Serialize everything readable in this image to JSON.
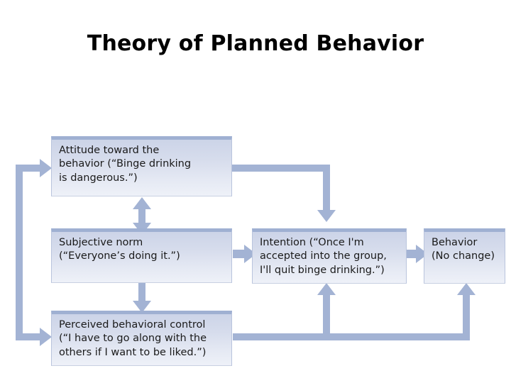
{
  "slide": {
    "title": "Theory of Planned Behavior",
    "background_color": "#ffffff",
    "title_color": "#000000"
  },
  "diagram": {
    "accent_color": "#a3b3d4",
    "node_fill_top": "#ccd4e8",
    "node_fill_bottom": "#eef1f8",
    "node_border_top": "#9fb0d2",
    "nodes": [
      {
        "id": "attitude",
        "label": "Attitude toward the\nbehavior (“Binge drinking\nis dangerous.”)"
      },
      {
        "id": "subjective-norm",
        "label": "Subjective norm\n(“Everyone’s doing it.”)"
      },
      {
        "id": "perceived-behavioral-control",
        "label": "Perceived behavioral control\n(“I have to go along with the\nothers if I want to be liked.”)"
      },
      {
        "id": "intention",
        "label": "Intention (“Once I'm\naccepted into the group,\nI'll quit binge drinking.”)"
      },
      {
        "id": "behavior",
        "label": "Behavior\n(No change)"
      }
    ],
    "connectors": [
      {
        "id": "attitude-to-intention",
        "from": "attitude",
        "to": "intention",
        "style": "elbow-right-down"
      },
      {
        "id": "attitude-subjective-norm",
        "from": "attitude",
        "to": "subjective-norm",
        "style": "double-vertical"
      },
      {
        "id": "subjective-norm-to-pbc",
        "from": "subjective-norm",
        "to": "perceived-behavioral-control",
        "style": "vertical-down"
      },
      {
        "id": "subjective-norm-to-intention",
        "from": "subjective-norm",
        "to": "intention",
        "style": "horizontal-right"
      },
      {
        "id": "intention-to-behavior",
        "from": "intention",
        "to": "behavior",
        "style": "horizontal-right"
      },
      {
        "id": "behavior-feedback-to-intention",
        "from": "perceived-behavioral-control",
        "to": "intention",
        "style": "elbow-up"
      },
      {
        "id": "behavior-feedback-to-behavior",
        "from": "perceived-behavioral-control",
        "to": "behavior",
        "style": "elbow-up"
      },
      {
        "id": "left-bracket-to-attitude",
        "from": "feedback-bus",
        "to": "attitude",
        "style": "bracket-right"
      },
      {
        "id": "left-bracket-to-pbc",
        "from": "feedback-bus",
        "to": "perceived-behavioral-control",
        "style": "bracket-right"
      }
    ]
  }
}
